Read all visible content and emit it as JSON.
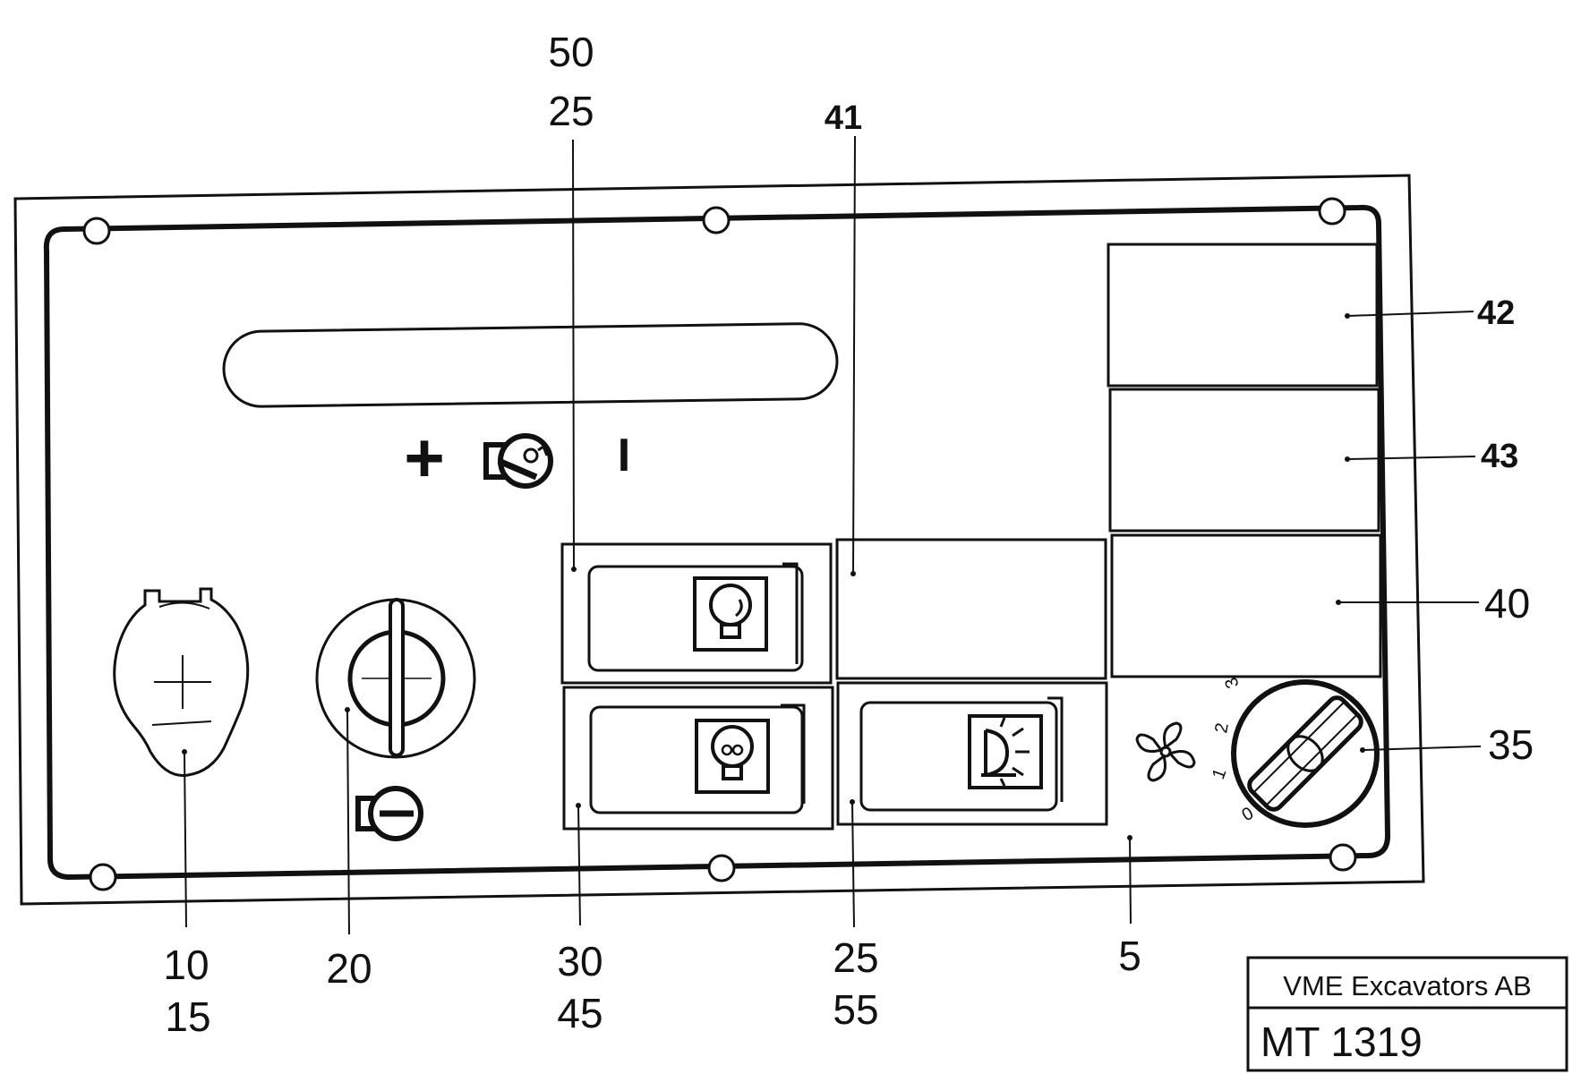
{
  "callouts": {
    "top_a": "50",
    "top_b": "25",
    "top_41": "41",
    "right_42": "42",
    "right_43": "43",
    "right_40": "40",
    "right_35": "35",
    "bottom_10": "10",
    "bottom_15": "15",
    "bottom_20": "20",
    "bottom_30": "30",
    "bottom_45": "45",
    "bottom_25": "25",
    "bottom_55": "55",
    "bottom_5": "5"
  },
  "fan_dial": {
    "positions": [
      "0",
      "1",
      "2",
      "3"
    ]
  },
  "ignition_symbols": {
    "plus": "+",
    "one": "I"
  },
  "title_block": {
    "company": "VME Excavators AB",
    "code": "MT 1319"
  },
  "icons": {
    "ignition_key": "key-icon",
    "socket": "socket-cap-icon",
    "key_switch": "key-switch-icon",
    "key_off": "key-off-icon",
    "lamp": "lamp-icon",
    "hazard_lamp": "double-lamp-icon",
    "work_light": "work-light-icon",
    "fan": "fan-icon"
  }
}
